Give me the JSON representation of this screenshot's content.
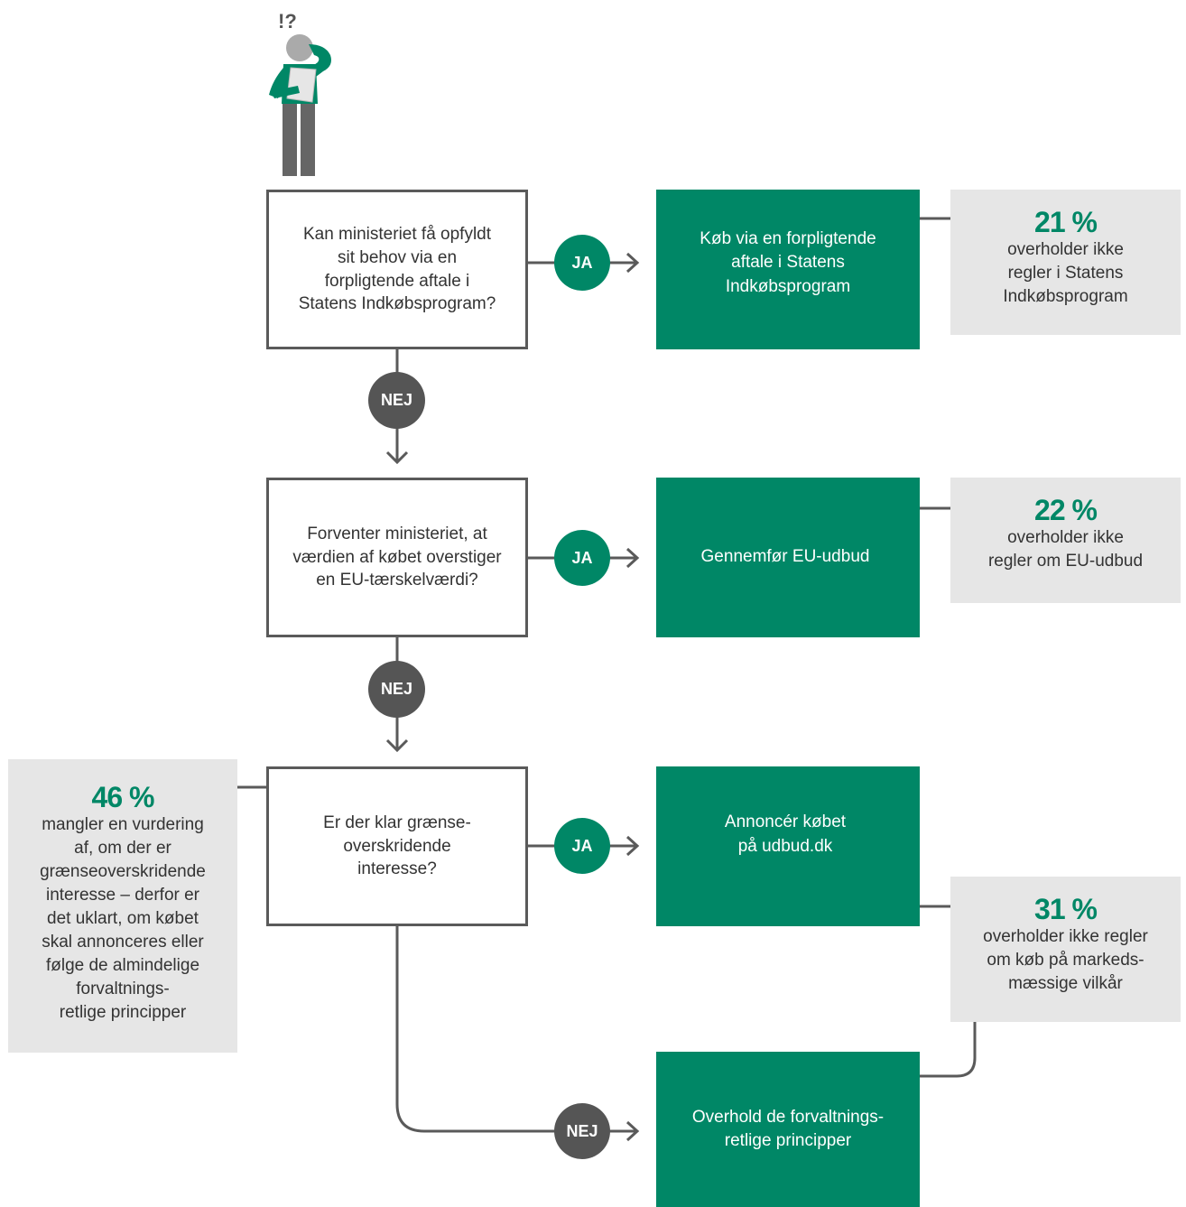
{
  "questions": [
    {
      "text": "Kan ministeriet få opfyldt\nsit behov via en\nforpligtende aftale i\nStatens Indkøbsprogram?"
    },
    {
      "text": "Forventer ministeriet, at\nværdien af købet overstiger\nen EU-tærskelværdi?"
    },
    {
      "text": "Er der klar grænse-\noverskridende\ninteresse?"
    }
  ],
  "actions": [
    {
      "text": "Køb via en forpligtende\naftale i Statens\nIndkøbsprogram"
    },
    {
      "text": "Gennemfør EU-udbud"
    },
    {
      "text": "Annoncér købet\npå udbud.dk"
    },
    {
      "text": "Overhold de forvaltnings-\nretlige principper"
    }
  ],
  "stats": [
    {
      "percent": "21 %",
      "text": "overholder ikke\nregler i Statens\nIndkøbsprogram"
    },
    {
      "percent": "22 %",
      "text": "overholder ikke\nregler om EU-udbud"
    },
    {
      "percent": "31 %",
      "text": "overholder ikke regler\nom køb på markeds-\nmæssige vilkår"
    },
    {
      "percent": "46 %",
      "text": "mangler en vurdering\naf, om der er\ngrænseoverskridende\ninteresse – derfor er\ndet uklart, om købet\nskal annonceres eller\nfølge de almindelige\nforvaltnings-\nretlige principper"
    }
  ],
  "badges": {
    "yes": "JA",
    "no": "NEJ"
  },
  "figure": {
    "symbol": "!?"
  },
  "colors": {
    "green": "#008766",
    "dark_grey": "#555555",
    "light_grey": "#e6e6e6",
    "border": "#5a5a5a"
  }
}
